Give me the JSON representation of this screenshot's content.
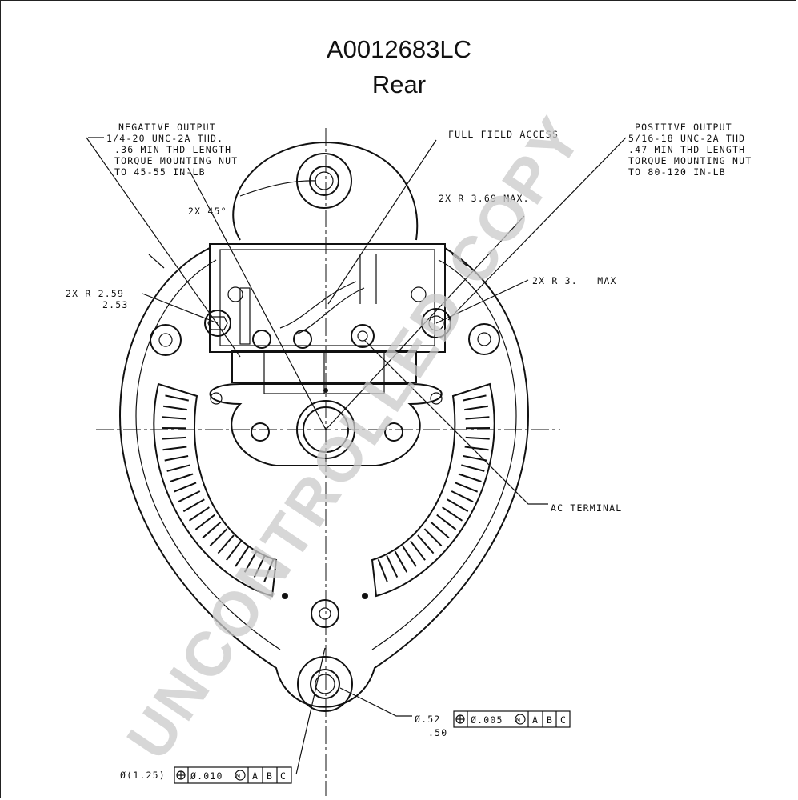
{
  "header": {
    "title": "A0012683LC",
    "subtitle": "Rear"
  },
  "callouts": {
    "negative_output": [
      "NEGATIVE OUTPUT",
      "1/4-20 UNC-2A THD.",
      ".36 MIN THD LENGTH",
      "TORQUE MOUNTING NUT",
      "TO 45-55 IN-LB"
    ],
    "full_field": "FULL FIELD ACCESS",
    "positive_output": [
      "POSITIVE OUTPUT",
      "5/16-18 UNC-2A THD",
      ".47 MIN THD LENGTH",
      "TORQUE MOUNTING NUT",
      "TO 80-120 IN-LB"
    ],
    "angle": "2X 45°",
    "radius_369": "2X R 3.69 MAX.",
    "radius_259": [
      "2X R 2.59",
      "2.53"
    ],
    "radius_3xx": "2X R 3.__ MAX",
    "ac_terminal": "AC TERMINAL",
    "hole_dia": [
      "Ø.52",
      ".50"
    ],
    "hole_tol": [
      "Ø.005",
      "M",
      "A",
      "B",
      "C"
    ],
    "bolt_circle": "Ø(1.25)",
    "bolt_tol": [
      "Ø.010",
      "M",
      "A",
      "B",
      "C"
    ]
  },
  "watermark": "UNCONTROLLED COPY"
}
